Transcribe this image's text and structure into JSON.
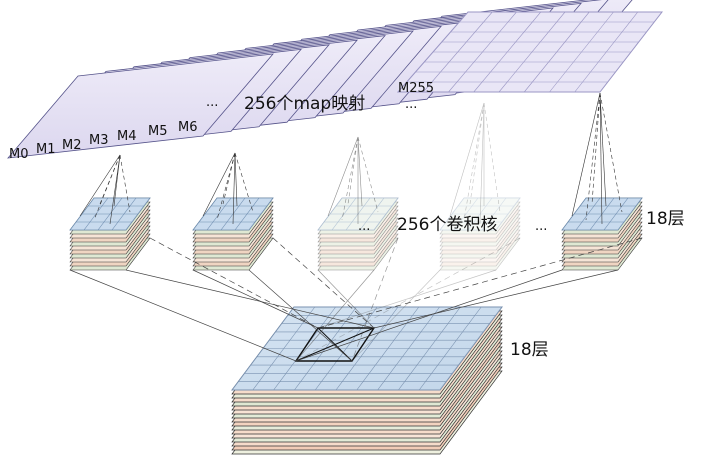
{
  "map_labels": [
    "M0",
    "M1",
    "M2",
    "M3",
    "M4",
    "M5",
    "M6"
  ],
  "map_ellipsis": "...",
  "map_title": "256个map映射",
  "last_map_label": "M255",
  "last_map_ellipsis": "...",
  "kernel_title": "256个卷积核",
  "kernel_ellipsis_1": "...",
  "kernel_ellipsis_2": "...",
  "kernel_layers": "18层",
  "input_layers": "18层",
  "colors": {
    "map_fill": "#e6e2f4",
    "map_grid": "#9a96c4",
    "input_top": "#cfe0f0",
    "layer_peach": "#f6dccb",
    "layer_green": "#e3ebd7",
    "line": "#222222"
  }
}
